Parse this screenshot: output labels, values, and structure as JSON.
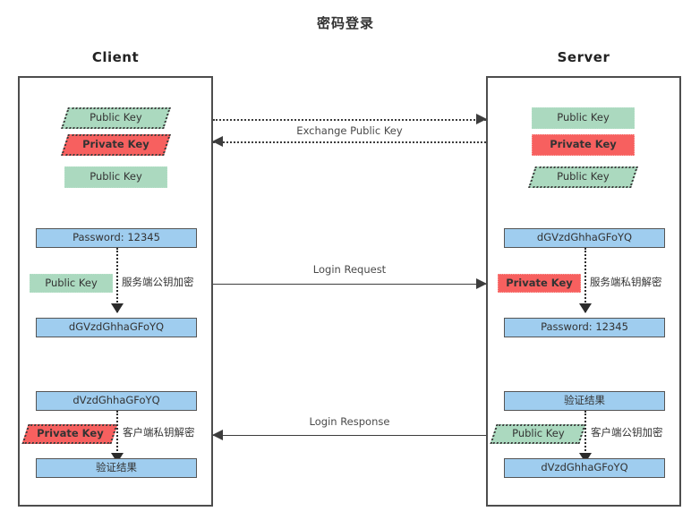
{
  "title": "密码登录",
  "columns": {
    "client": "Client",
    "server": "Server"
  },
  "client": {
    "keys": [
      {
        "label": "Public Key",
        "shape": "parallelogram",
        "color": "green"
      },
      {
        "label": "Private Key",
        "shape": "parallelogram",
        "color": "red"
      },
      {
        "label": "Public Key",
        "shape": "rectangle",
        "color": "green"
      }
    ],
    "encrypt_step": {
      "source": "Password: 12345",
      "key": "Public Key",
      "key_color": "green",
      "key_shape": "rectangle",
      "operation": "服务端公钥加密",
      "result": "dGVzdGhhaGFoYQ"
    },
    "decrypt_step": {
      "source": "dVzdGhhaGFoYQ",
      "key": "Private Key",
      "key_color": "red",
      "key_shape": "parallelogram",
      "operation": "客户端私钥解密",
      "result": "验证结果"
    }
  },
  "server": {
    "keys": [
      {
        "label": "Public Key",
        "shape": "rectangle",
        "color": "green"
      },
      {
        "label": "Private Key",
        "shape": "rectangle",
        "color": "red"
      },
      {
        "label": "Public Key",
        "shape": "parallelogram",
        "color": "green"
      }
    ],
    "decrypt_step": {
      "source": "dGVzdGhhaGFoYQ",
      "key": "Private Key",
      "key_color": "red",
      "key_shape": "rectangle",
      "operation": "服务端私钥解密",
      "result": "Password: 12345"
    },
    "encrypt_step": {
      "source": "验证结果",
      "key": "Public Key",
      "key_color": "green",
      "key_shape": "parallelogram",
      "operation": "客户端公钥加密",
      "result": "dVzdGhhaGFoYQ"
    }
  },
  "flows": [
    {
      "label": "Exchange Public Key",
      "style": "dotted",
      "direction": "both"
    },
    {
      "label": "Login Request",
      "style": "solid",
      "direction": "right"
    },
    {
      "label": "Login Response",
      "style": "solid",
      "direction": "left"
    }
  ],
  "colors": {
    "green": "#abd9bf",
    "red": "#f7605f",
    "blue": "#9fcdef",
    "lane_border": "#4d4d4d",
    "connector": "#3d3d3d"
  }
}
